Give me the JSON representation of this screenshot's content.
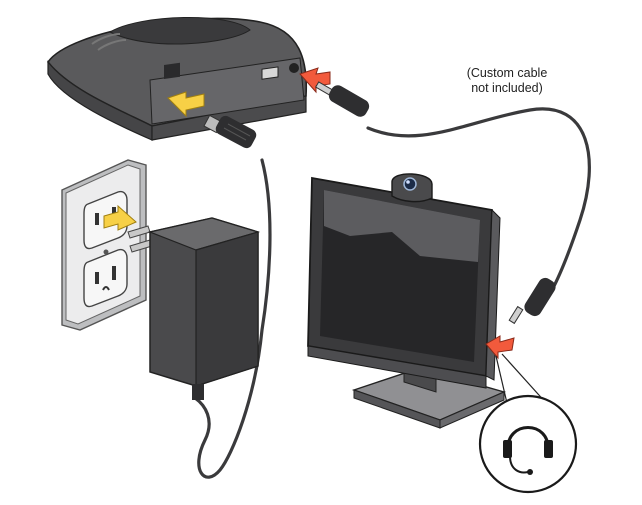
{
  "annotation": {
    "line1": "(Custom cable",
    "line2": "not included)"
  },
  "components": {
    "speakerphone": "speakerphone-device",
    "power_adapter": "ac-power-adapter",
    "wall_outlet": "wall-outlet",
    "monitor": "computer-monitor",
    "webcam": "webcam",
    "audio_cable": "audio-cable",
    "headset": "headset-icon"
  },
  "colors": {
    "device_body": "#59595b",
    "device_dark": "#2b2b2d",
    "outlet_plate": "#e9e9ea",
    "arrow_yellow": "#f7d046",
    "arrow_red": "#f25a3c",
    "cable": "#3a3a3c"
  }
}
